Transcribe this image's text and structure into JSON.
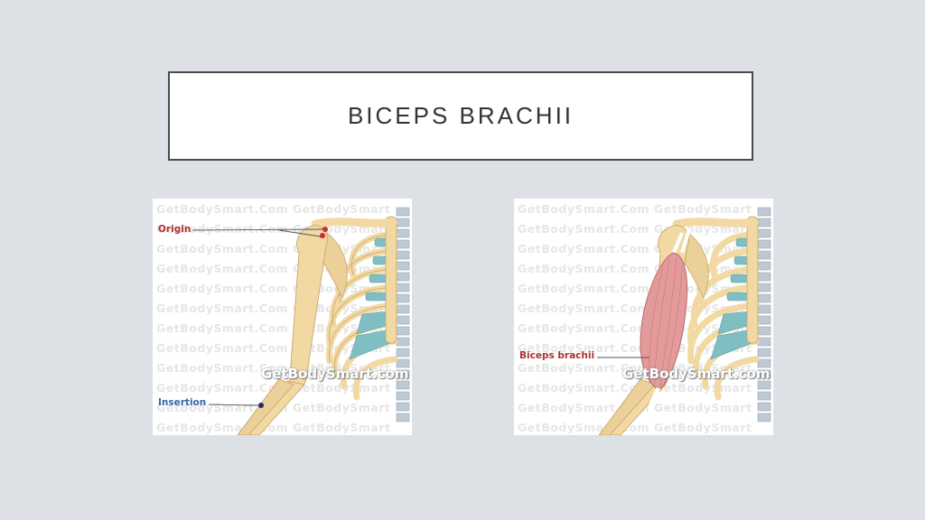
{
  "slide": {
    "title": "BICEPS BRACHII"
  },
  "figures": {
    "left": {
      "watermark_line": "GetBodySmart.Com GetBodySmart",
      "overlay_watermark": "GetBodySmart.com",
      "labels": {
        "origin": "Origin",
        "insertion": "Insertion"
      }
    },
    "right": {
      "watermark_line": "GetBodySmart.Com GetBodySmart",
      "overlay_watermark": "GetBodySmart.com",
      "labels": {
        "muscle": "Biceps brachii"
      }
    }
  },
  "colors": {
    "background": "#dde1e5",
    "bone": "#f2d9a3",
    "bone_outline": "#c8a56a",
    "cartilage": "#7fbfc4",
    "muscle": "#e39a9a",
    "origin_label": "#b03030",
    "insertion_label": "#3a66a8"
  }
}
